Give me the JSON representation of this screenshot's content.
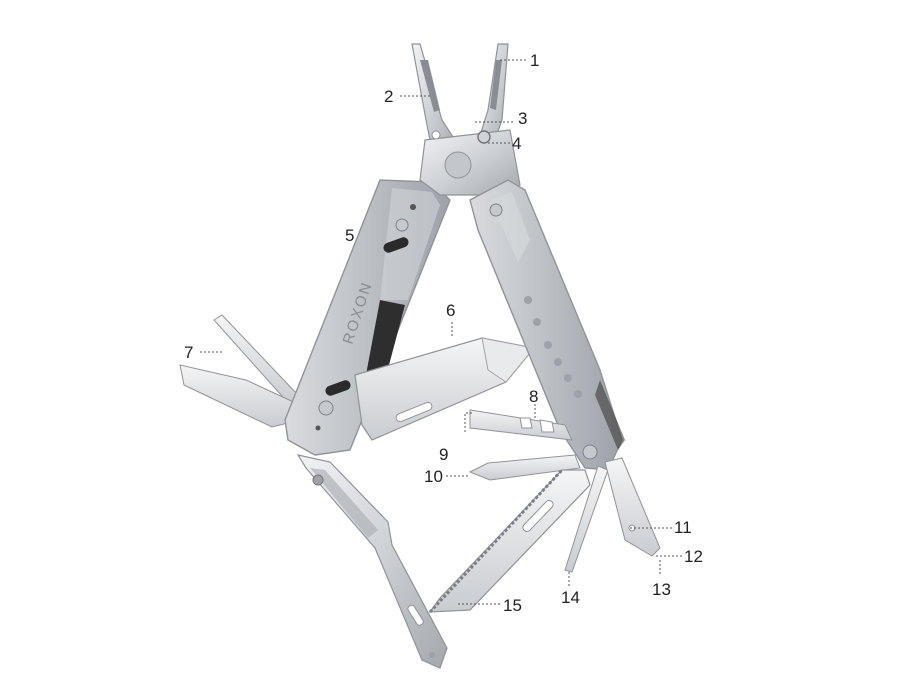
{
  "brand": "ROXON",
  "colors": {
    "steel_light": "#e3e5e8",
    "steel_mid": "#c4c7cc",
    "steel_dark": "#8f949a",
    "handle": "#b9bdc2",
    "handle_edge": "#9a9ea4",
    "black": "#2a2a2a"
  },
  "callouts": {
    "c1": "1",
    "c2": "2",
    "c3": "3",
    "c4": "4",
    "c5": "5",
    "c6": "6",
    "c7": "7",
    "c8": "8",
    "c9": "9",
    "c10": "10",
    "c11": "11",
    "c12": "12",
    "c13": "13",
    "c14": "14",
    "c15": "15"
  }
}
